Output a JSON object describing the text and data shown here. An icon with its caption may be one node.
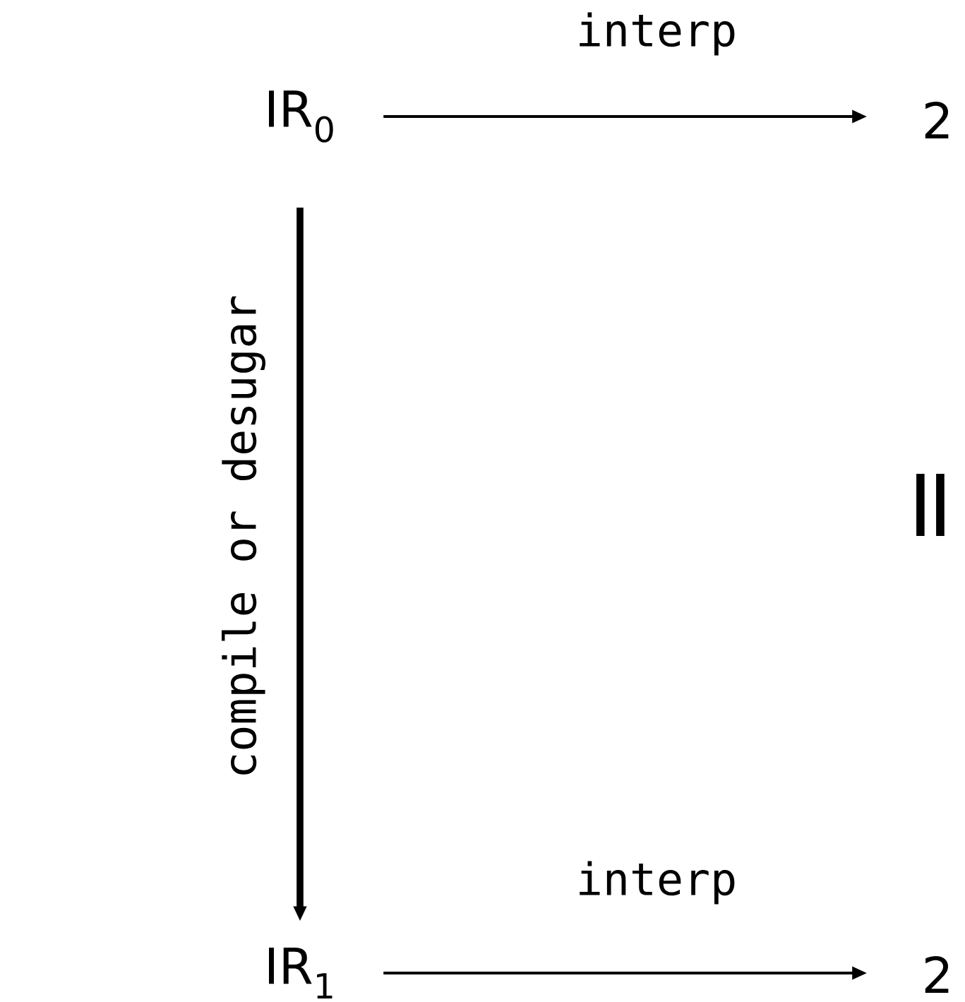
{
  "diagram": {
    "nodes": [
      {
        "text": [
          "IR$_{0}$"
        ]
      },
      {
        "text": [
          "2"
        ]
      },
      {
        "text": [
          "IR$_{1}$"
        ]
      },
      {
        "text": [
          "2"
        ]
      }
    ],
    "edges": [
      {
        "from": 0,
        "to": 1,
        "arrow": "to",
        "label": "interp"
      },
      {
        "from": 0,
        "to": 2,
        "arrow": "to",
        "label": "compile or desugar",
        "style": "thick"
      },
      {
        "from": 2,
        "to": 3,
        "arrow": "to",
        "label": "interp"
      }
    ],
    "labels": [
      "="
    ]
  }
}
